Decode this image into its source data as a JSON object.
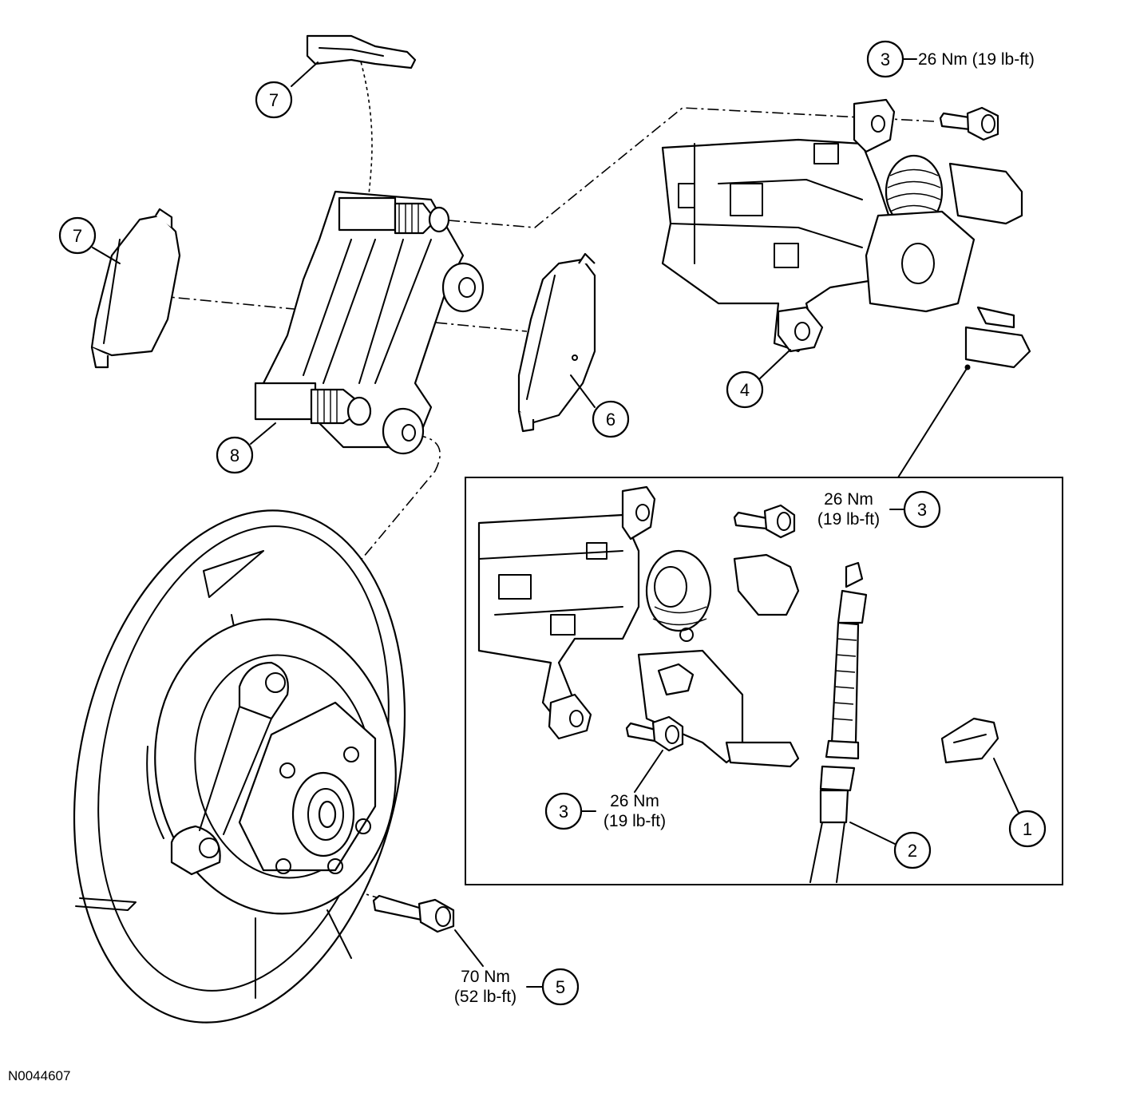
{
  "figure_id": "N0044607",
  "callouts": [
    {
      "id": "c1",
      "number": "1"
    },
    {
      "id": "c2",
      "number": "2"
    },
    {
      "id": "c3a",
      "number": "3",
      "torque_line1": "26 Nm (19 lb-ft)",
      "torque_line2": ""
    },
    {
      "id": "c3b",
      "number": "3",
      "torque_line1": "26 Nm",
      "torque_line2": "(19 lb-ft)"
    },
    {
      "id": "c3c",
      "number": "3",
      "torque_line1": "26 Nm",
      "torque_line2": "(19 lb-ft)"
    },
    {
      "id": "c4",
      "number": "4"
    },
    {
      "id": "c5",
      "number": "5",
      "torque_line1": "70 Nm",
      "torque_line2": "(52 lb-ft)"
    },
    {
      "id": "c6",
      "number": "6"
    },
    {
      "id": "c7a",
      "number": "7"
    },
    {
      "id": "c7b",
      "number": "7"
    },
    {
      "id": "c8",
      "number": "8"
    }
  ]
}
